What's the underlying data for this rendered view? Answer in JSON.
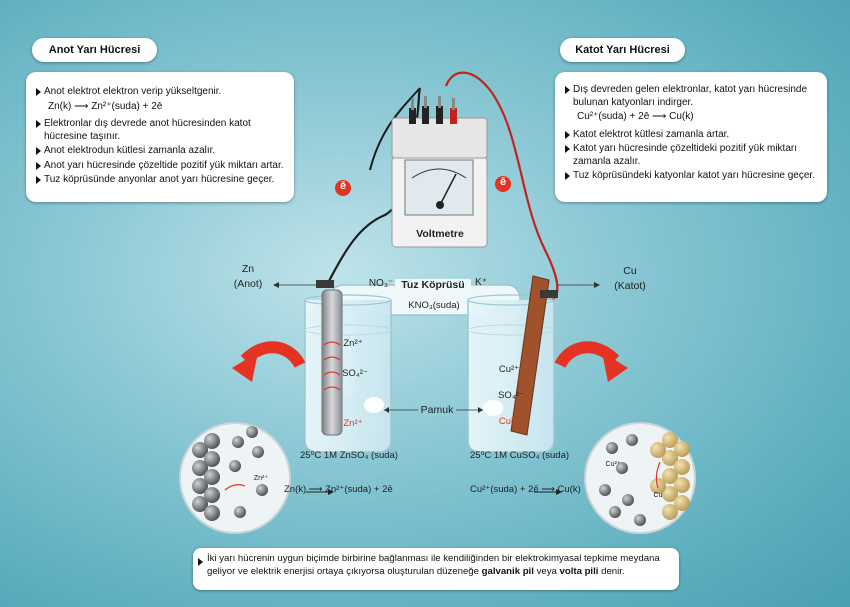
{
  "anode_panel": {
    "title": "Anot Yarı Hücresi",
    "b1": "Anot elektrot elektron verip yükseltgenir.",
    "eq": "Zn(k) ⟶ Zn²⁺(suda) + 2ē",
    "b2": "Elektronlar dış devrede anot hücresinden katot hücresine taşınır.",
    "b3": "Anot elektrodun kütlesi zamanla azalır.",
    "b4": "Anot yarı hücresinde çözeltide pozitif yük miktarı artar.",
    "b5": "Tuz köprüsünde anyonlar anot yarı hücresine geçer."
  },
  "cathode_panel": {
    "title": "Katot Yarı Hücresi",
    "b1": "Dış devreden gelen elektronlar, katot yarı hücresinde bulunan katyonları indirger.",
    "eq": "Cu²⁺(suda) + 2ē ⟶ Cu(k)",
    "b2": "Katot elektrot kütlesi zamanla artar.",
    "b3": "Katot yarı hücresinde çözeltideki pozitif yük miktarı zamanla azalır.",
    "b4": "Tuz köprüsündeki katyonlar katot yarı hücresine geçer."
  },
  "voltmeter_label": "Voltmetre",
  "electron_symbol": "ē",
  "anode_label": {
    "name": "Zn",
    "role": "(Anot)"
  },
  "cathode_label": {
    "name": "Cu",
    "role": "(Katot)"
  },
  "salt_bridge": {
    "title": "Tuz Köprüsü",
    "anion": "NO₃⁻",
    "cation": "K⁺",
    "compound": "KNO₃(suda)"
  },
  "cotton_label": "Pamuk",
  "anode_beaker": {
    "ion1": "Zn²⁺",
    "ion2": "SO₄²⁻",
    "ion3": "Zn²⁺",
    "condition": "25⁰C   1M ZnSO₄ (suda)"
  },
  "cathode_beaker": {
    "ion1": "Cu²⁺",
    "ion2": "SO₄²⁻",
    "ion3": "Cu²⁺",
    "condition": "25⁰C   1M CuSO₄ (suda)"
  },
  "anode_reaction": "Zn(k) ⟶ Zn²⁺(suda) + 2ē",
  "cathode_reaction": "Cu²⁺(suda) + 2ē ⟶ Cu(k)",
  "circle_labels": {
    "left": "Zn²⁺",
    "right_top": "Cu²⁺",
    "right_bottom": "Cu"
  },
  "footer": {
    "text_start": "İki yarı hücrenin uygun biçimde birbirine bağlanması ile kendiliğinden bir elektrokimyasal tepkime meydana geliyor ve elektrik enerjisi ortaya çıkıyorsa oluşturulan düzeneğe ",
    "term1": "galvanik pil",
    "mid": " veya ",
    "term2": "volta pili",
    "end": " denir."
  },
  "colors": {
    "red_arrow": "#e53323",
    "zinc": "#b9bcc0",
    "copper": "#a0522d",
    "solution": "#d9eef5"
  }
}
